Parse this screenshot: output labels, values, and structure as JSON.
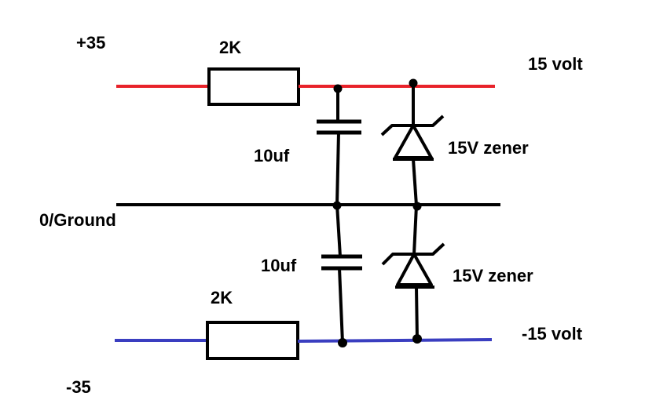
{
  "labels": {
    "plus_supply": "+35",
    "minus_supply": "-35",
    "top_resistor": "2K",
    "bottom_resistor": "2K",
    "plus_output": "15 volt",
    "minus_output": "-15 volt",
    "top_capacitor": "10uf",
    "bottom_capacitor": "10uf",
    "top_zener": "15V zener",
    "bottom_zener": "15V zener",
    "ground": "0/Ground"
  },
  "colors": {
    "positive_rail": "#e8222a",
    "negative_rail": "#3a3ec0",
    "wire": "#000000",
    "background": "#ffffff"
  }
}
